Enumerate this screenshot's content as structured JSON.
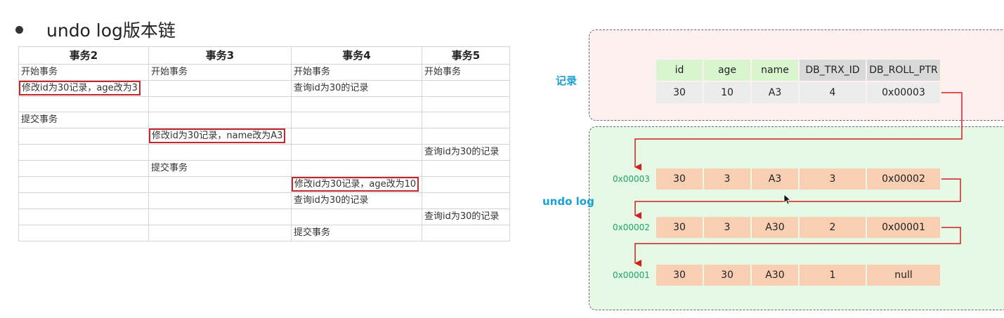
{
  "title": "undo log版本链",
  "table": {
    "headers": [
      "事务2",
      "事务3",
      "事务4",
      "事务5"
    ],
    "rows": [
      [
        "开始事务",
        "开始事务",
        "开始事务",
        "开始事务"
      ],
      [
        "修改id为30记录，age改为3",
        "",
        "查询id为30的记录",
        ""
      ],
      [
        "",
        "",
        "",
        ""
      ],
      [
        "提交事务",
        "",
        "",
        ""
      ],
      [
        "",
        "修改id为30记录，name改为A3",
        "",
        ""
      ],
      [
        "",
        "",
        "",
        "查询id为30的记录"
      ],
      [
        "",
        "提交事务",
        "",
        ""
      ],
      [
        "",
        "",
        "修改id为30记录，age改为10",
        ""
      ],
      [
        "",
        "",
        "查询id为30的记录",
        ""
      ],
      [
        "",
        "",
        "",
        "查询id为30的记录"
      ],
      [
        "",
        "",
        "提交事务",
        ""
      ]
    ],
    "highlighted": [
      [
        1,
        0
      ],
      [
        4,
        1
      ],
      [
        7,
        2
      ]
    ]
  },
  "record": {
    "label": "记录",
    "columns": [
      "id",
      "age",
      "name",
      "DB_TRX_ID",
      "DB_ROLL_PTR"
    ],
    "values": [
      "30",
      "10",
      "A3",
      "4",
      "0x00003"
    ]
  },
  "undo": {
    "label": "undo log",
    "entries": [
      {
        "addr": "0x00003",
        "values": [
          "30",
          "3",
          "A3",
          "3",
          "0x00002"
        ]
      },
      {
        "addr": "0x00002",
        "values": [
          "30",
          "3",
          "A30",
          "2",
          "0x00001"
        ]
      },
      {
        "addr": "0x00001",
        "values": [
          "30",
          "30",
          "A30",
          "1",
          "null"
        ]
      }
    ]
  },
  "colors": {
    "highlight": "#c0292e",
    "arrow": "#d21f1f",
    "label_blue": "#1aa0d8",
    "addr_green": "#1aa56b"
  }
}
